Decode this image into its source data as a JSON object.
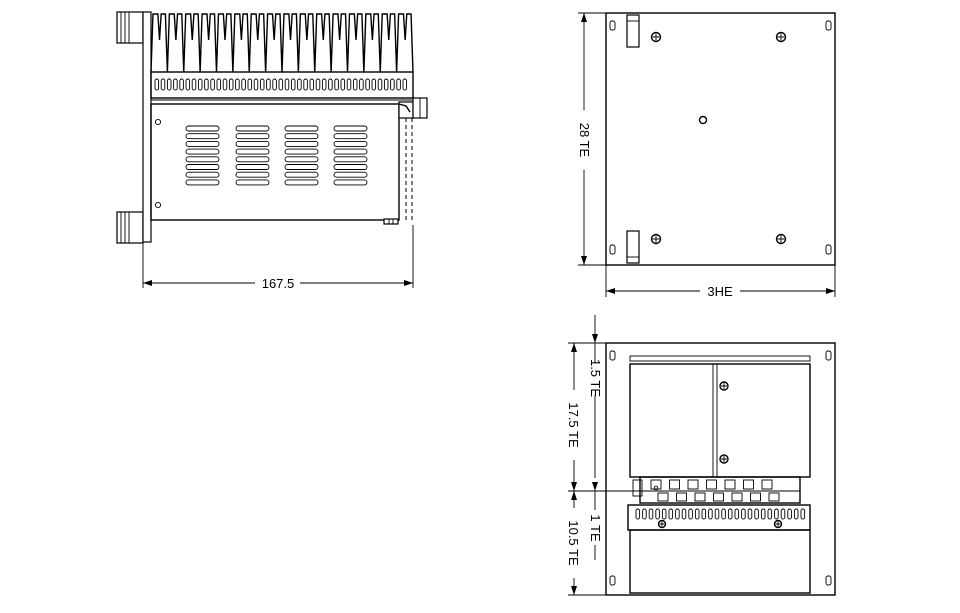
{
  "dimensions": {
    "side_length": "167.5",
    "front_height": "28 TE",
    "front_width": "3HE",
    "rear_upper_offset": "1.5 TE",
    "rear_upper_height": "17.5 TE",
    "rear_lower_offset": "1 TE",
    "rear_lower_height": "10.5 TE"
  }
}
